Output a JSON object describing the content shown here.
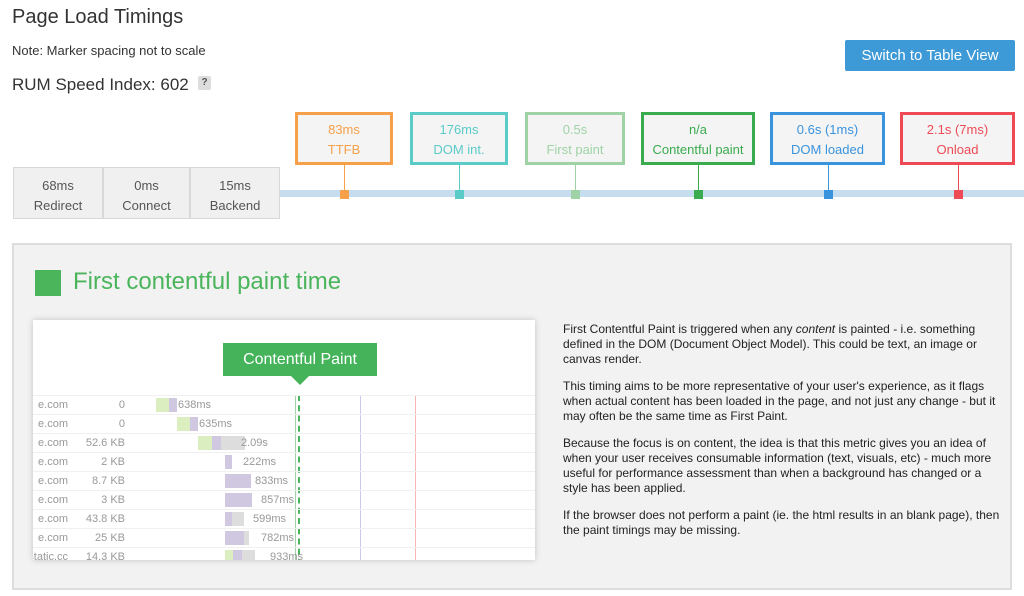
{
  "header": {
    "title": "Page Load Timings",
    "note": "Note: Marker spacing not to scale",
    "rum_label": "RUM Speed Index:",
    "rum_value": "602",
    "help": "?",
    "switch_label": "Switch to Table View"
  },
  "left_timings": [
    {
      "value": "68ms",
      "label": "Redirect"
    },
    {
      "value": "0ms",
      "label": "Connect"
    },
    {
      "value": "15ms",
      "label": "Backend"
    }
  ],
  "markers": [
    {
      "value": "83ms",
      "label": "TTFB",
      "color": "#f7a04a"
    },
    {
      "value": "176ms",
      "label": "DOM int.",
      "color": "#5bcbc8"
    },
    {
      "value": "0.5s",
      "label": "First paint",
      "color": "#9fd3a6"
    },
    {
      "value": "n/a",
      "label": "Contentful paint",
      "color": "#3aab4f"
    },
    {
      "value": "0.6s (1ms)",
      "label": "DOM loaded",
      "color": "#3a93dd"
    },
    {
      "value": "2.1s (7ms)",
      "label": "Onload",
      "color": "#ee4a55"
    }
  ],
  "panel": {
    "title": "First contentful paint time",
    "callout": "Contentful Paint",
    "rows": [
      {
        "domain": "e.com",
        "size": "0",
        "time": "638ms"
      },
      {
        "domain": "e.com",
        "size": "0",
        "time": "635ms"
      },
      {
        "domain": "e.com",
        "size": "52.6 KB",
        "time": "2.09s"
      },
      {
        "domain": "e.com",
        "size": "2 KB",
        "time": "222ms"
      },
      {
        "domain": "e.com",
        "size": "8.7 KB",
        "time": "833ms"
      },
      {
        "domain": "e.com",
        "size": "3 KB",
        "time": "857ms"
      },
      {
        "domain": "e.com",
        "size": "43.8 KB",
        "time": "599ms"
      },
      {
        "domain": "e.com",
        "size": "25 KB",
        "time": "782ms"
      },
      {
        "domain": "static.cc",
        "size": "14.3 KB",
        "time": "933ms"
      }
    ],
    "p1a": "First Contentful Paint is triggered when any ",
    "p1em": "content",
    "p1b": " is painted - i.e. something defined in the DOM (Document Object Model). This could be text, an image or canvas render.",
    "p2": "This timing aims to be more representative of your user's experience, as it flags when actual content has been loaded in the page, and not just any change - but it may often be the same time as First Paint.",
    "p3": "Because the focus is on content, the idea is that this metric gives you an idea of when your user receives consumable information (text, visuals, etc) - much more useful for performance assessment than when a background has changed or a style has been applied.",
    "p4": "If the browser does not perform a paint (ie. the html results in an blank page), then the paint timings may be missing."
  }
}
